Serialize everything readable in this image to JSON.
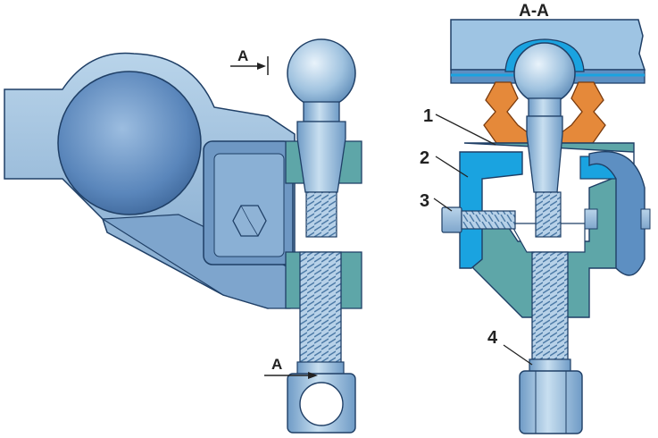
{
  "section_title": "A-A",
  "section_marks": {
    "top": "A",
    "bottom": "A"
  },
  "callouts": [
    {
      "num": "1",
      "target": "ball-joint-housing"
    },
    {
      "num": "2",
      "target": "puller-frame"
    },
    {
      "num": "3",
      "target": "clamp-bolt"
    },
    {
      "num": "4",
      "target": "force-screw"
    }
  ],
  "colors": {
    "steel": "#9fc2df",
    "steel_dark": "#4a7fb0",
    "teal": "#5ea6a8",
    "teal_dark": "#3f8b8e",
    "bright_blue": "#1aa3e0",
    "orange_boot": "#e5893a",
    "outline": "#1f3f66"
  }
}
